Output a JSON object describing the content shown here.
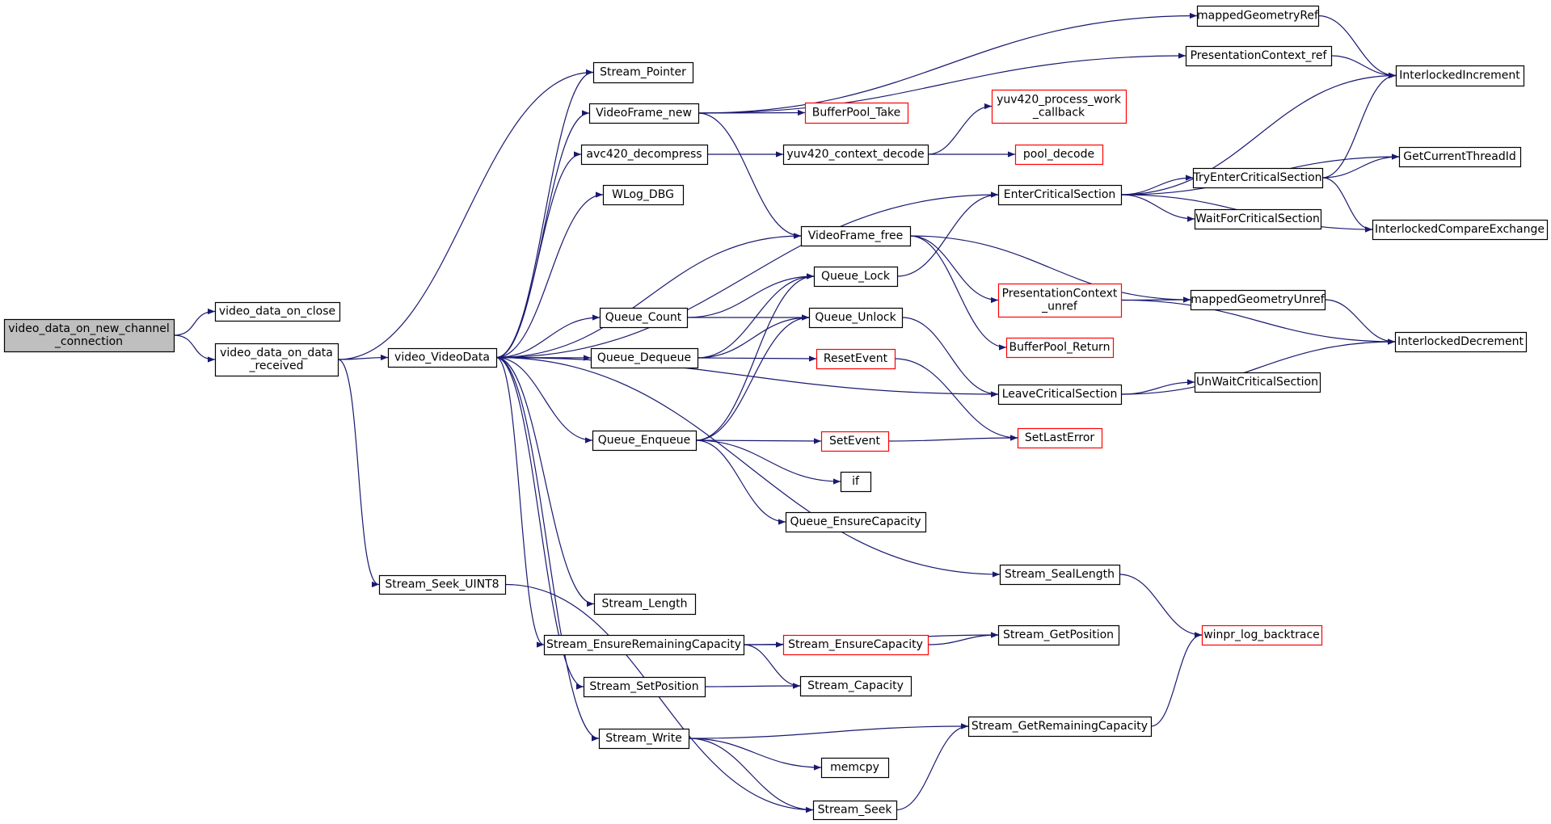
{
  "colors": {
    "edge": "#191970",
    "node_border": "#000000",
    "node_border_incomplete": "#ff0000",
    "node_fill": "#ffffff",
    "root_fill": "#bfbfbf"
  },
  "graph": {
    "nodes": [
      {
        "id": "root",
        "lines": [
          "video_data_on_new_channel",
          "_connection"
        ],
        "root": true
      },
      {
        "id": "on_close",
        "lines": [
          "video_data_on_close"
        ]
      },
      {
        "id": "on_data_received",
        "lines": [
          "video_data_on_data",
          "_received"
        ]
      },
      {
        "id": "video_VideoData",
        "lines": [
          "video_VideoData"
        ]
      },
      {
        "id": "Stream_Seek_UINT8",
        "lines": [
          "Stream_Seek_UINT8"
        ]
      },
      {
        "id": "Stream_Pointer",
        "lines": [
          "Stream_Pointer"
        ]
      },
      {
        "id": "VideoFrame_new",
        "lines": [
          "VideoFrame_new"
        ]
      },
      {
        "id": "avc420_decompress",
        "lines": [
          "avc420_decompress"
        ]
      },
      {
        "id": "WLog_DBG",
        "lines": [
          "WLog_DBG"
        ]
      },
      {
        "id": "Queue_Count",
        "lines": [
          "Queue_Count"
        ]
      },
      {
        "id": "Queue_Dequeue",
        "lines": [
          "Queue_Dequeue"
        ]
      },
      {
        "id": "Queue_Enqueue",
        "lines": [
          "Queue_Enqueue"
        ]
      },
      {
        "id": "Stream_Length",
        "lines": [
          "Stream_Length"
        ]
      },
      {
        "id": "Stream_EnsureRemainingCapacity",
        "lines": [
          "Stream_EnsureRemainingCapacity"
        ]
      },
      {
        "id": "Stream_SetPosition",
        "lines": [
          "Stream_SetPosition"
        ]
      },
      {
        "id": "Stream_Write",
        "lines": [
          "Stream_Write"
        ]
      },
      {
        "id": "BufferPool_Take",
        "lines": [
          "BufferPool_Take"
        ],
        "incomplete": true
      },
      {
        "id": "yuv420_context_decode",
        "lines": [
          "yuv420_context_decode"
        ]
      },
      {
        "id": "VideoFrame_free",
        "lines": [
          "VideoFrame_free"
        ]
      },
      {
        "id": "Queue_Lock",
        "lines": [
          "Queue_Lock"
        ]
      },
      {
        "id": "Queue_Unlock",
        "lines": [
          "Queue_Unlock"
        ]
      },
      {
        "id": "ResetEvent",
        "lines": [
          "ResetEvent"
        ],
        "incomplete": true
      },
      {
        "id": "SetEvent",
        "lines": [
          "SetEvent"
        ],
        "incomplete": true
      },
      {
        "id": "if",
        "lines": [
          "if"
        ]
      },
      {
        "id": "Queue_EnsureCapacity",
        "lines": [
          "Queue_EnsureCapacity"
        ]
      },
      {
        "id": "Stream_EnsureCapacity",
        "lines": [
          "Stream_EnsureCapacity"
        ],
        "incomplete": true
      },
      {
        "id": "Stream_Capacity",
        "lines": [
          "Stream_Capacity"
        ]
      },
      {
        "id": "memcpy",
        "lines": [
          "memcpy"
        ]
      },
      {
        "id": "Stream_Seek",
        "lines": [
          "Stream_Seek"
        ]
      },
      {
        "id": "yuv420_process_work_callback",
        "lines": [
          "yuv420_process_work",
          "_callback"
        ],
        "incomplete": true
      },
      {
        "id": "pool_decode",
        "lines": [
          "pool_decode"
        ],
        "incomplete": true
      },
      {
        "id": "EnterCriticalSection",
        "lines": [
          "EnterCriticalSection"
        ]
      },
      {
        "id": "PresentationContext_unref",
        "lines": [
          "PresentationContext",
          "_unref"
        ],
        "incomplete": true
      },
      {
        "id": "BufferPool_Return",
        "lines": [
          "BufferPool_Return"
        ],
        "incomplete": true
      },
      {
        "id": "LeaveCriticalSection",
        "lines": [
          "LeaveCriticalSection"
        ]
      },
      {
        "id": "SetLastError",
        "lines": [
          "SetLastError"
        ],
        "incomplete": true
      },
      {
        "id": "Stream_SealLength",
        "lines": [
          "Stream_SealLength"
        ]
      },
      {
        "id": "Stream_GetPosition",
        "lines": [
          "Stream_GetPosition"
        ]
      },
      {
        "id": "Stream_GetRemainingCapacity",
        "lines": [
          "Stream_GetRemainingCapacity"
        ]
      },
      {
        "id": "mappedGeometryRef",
        "lines": [
          "mappedGeometryRef"
        ]
      },
      {
        "id": "PresentationContext_ref",
        "lines": [
          "PresentationContext_ref"
        ]
      },
      {
        "id": "TryEnterCriticalSection",
        "lines": [
          "TryEnterCriticalSection"
        ]
      },
      {
        "id": "WaitForCriticalSection",
        "lines": [
          "WaitForCriticalSection"
        ]
      },
      {
        "id": "mappedGeometryUnref",
        "lines": [
          "mappedGeometryUnref"
        ]
      },
      {
        "id": "UnWaitCriticalSection",
        "lines": [
          "UnWaitCriticalSection"
        ]
      },
      {
        "id": "winpr_log_backtrace",
        "lines": [
          "winpr_log_backtrace"
        ],
        "incomplete": true
      },
      {
        "id": "InterlockedIncrement",
        "lines": [
          "InterlockedIncrement"
        ]
      },
      {
        "id": "GetCurrentThreadId",
        "lines": [
          "GetCurrentThreadId"
        ]
      },
      {
        "id": "InterlockedCompareExchange",
        "lines": [
          "InterlockedCompareExchange"
        ]
      },
      {
        "id": "InterlockedDecrement",
        "lines": [
          "InterlockedDecrement"
        ]
      }
    ],
    "edges": [
      {
        "from": "root",
        "to": "on_close"
      },
      {
        "from": "root",
        "to": "on_data_received"
      },
      {
        "from": "on_data_received",
        "to": "video_VideoData"
      },
      {
        "from": "on_data_received",
        "to": "Stream_Pointer"
      },
      {
        "from": "on_data_received",
        "to": "Stream_Seek_UINT8"
      },
      {
        "from": "Stream_Seek_UINT8",
        "to": "Stream_Seek"
      },
      {
        "from": "video_VideoData",
        "to": "Stream_Pointer"
      },
      {
        "from": "video_VideoData",
        "to": "VideoFrame_new"
      },
      {
        "from": "video_VideoData",
        "to": "avc420_decompress"
      },
      {
        "from": "video_VideoData",
        "to": "WLog_DBG"
      },
      {
        "from": "video_VideoData",
        "to": "EnterCriticalSection"
      },
      {
        "from": "video_VideoData",
        "to": "VideoFrame_free"
      },
      {
        "from": "video_VideoData",
        "to": "Queue_Count"
      },
      {
        "from": "video_VideoData",
        "to": "Queue_Dequeue"
      },
      {
        "from": "video_VideoData",
        "to": "LeaveCriticalSection"
      },
      {
        "from": "video_VideoData",
        "to": "Queue_Enqueue"
      },
      {
        "from": "video_VideoData",
        "to": "Stream_SealLength"
      },
      {
        "from": "video_VideoData",
        "to": "Stream_Length"
      },
      {
        "from": "video_VideoData",
        "to": "Stream_EnsureRemainingCapacity"
      },
      {
        "from": "video_VideoData",
        "to": "Stream_SetPosition"
      },
      {
        "from": "video_VideoData",
        "to": "Stream_Write"
      },
      {
        "from": "VideoFrame_new",
        "to": "mappedGeometryRef"
      },
      {
        "from": "VideoFrame_new",
        "to": "PresentationContext_ref"
      },
      {
        "from": "VideoFrame_new",
        "to": "BufferPool_Take"
      },
      {
        "from": "VideoFrame_new",
        "to": "VideoFrame_free"
      },
      {
        "from": "avc420_decompress",
        "to": "yuv420_context_decode"
      },
      {
        "from": "yuv420_context_decode",
        "to": "yuv420_process_work_callback"
      },
      {
        "from": "yuv420_context_decode",
        "to": "pool_decode"
      },
      {
        "from": "VideoFrame_free",
        "to": "mappedGeometryUnref"
      },
      {
        "from": "VideoFrame_free",
        "to": "PresentationContext_unref"
      },
      {
        "from": "VideoFrame_free",
        "to": "BufferPool_Return"
      },
      {
        "from": "Queue_Count",
        "to": "Queue_Lock"
      },
      {
        "from": "Queue_Count",
        "to": "Queue_Unlock"
      },
      {
        "from": "Queue_Dequeue",
        "to": "Queue_Lock"
      },
      {
        "from": "Queue_Dequeue",
        "to": "Queue_Unlock"
      },
      {
        "from": "Queue_Dequeue",
        "to": "ResetEvent"
      },
      {
        "from": "Queue_Enqueue",
        "to": "Queue_Lock"
      },
      {
        "from": "Queue_Enqueue",
        "to": "Queue_Unlock"
      },
      {
        "from": "Queue_Enqueue",
        "to": "SetEvent"
      },
      {
        "from": "Queue_Enqueue",
        "to": "if"
      },
      {
        "from": "Queue_Enqueue",
        "to": "Queue_EnsureCapacity"
      },
      {
        "from": "Queue_Lock",
        "to": "EnterCriticalSection"
      },
      {
        "from": "Queue_Unlock",
        "to": "LeaveCriticalSection"
      },
      {
        "from": "ResetEvent",
        "to": "SetLastError"
      },
      {
        "from": "SetEvent",
        "to": "SetLastError"
      },
      {
        "from": "Stream_EnsureRemainingCapacity",
        "to": "Stream_EnsureCapacity"
      },
      {
        "from": "Stream_EnsureRemainingCapacity",
        "to": "Stream_GetPosition"
      },
      {
        "from": "Stream_EnsureRemainingCapacity",
        "to": "Stream_Capacity"
      },
      {
        "from": "Stream_EnsureCapacity",
        "to": "Stream_GetPosition"
      },
      {
        "from": "Stream_SetPosition",
        "to": "Stream_Capacity"
      },
      {
        "from": "Stream_Write",
        "to": "Stream_GetRemainingCapacity"
      },
      {
        "from": "Stream_Write",
        "to": "memcpy"
      },
      {
        "from": "Stream_Write",
        "to": "Stream_Seek"
      },
      {
        "from": "Stream_Seek",
        "to": "Stream_GetRemainingCapacity"
      },
      {
        "from": "Stream_GetRemainingCapacity",
        "to": "winpr_log_backtrace"
      },
      {
        "from": "Stream_SealLength",
        "to": "winpr_log_backtrace"
      },
      {
        "from": "EnterCriticalSection",
        "to": "InterlockedIncrement"
      },
      {
        "from": "EnterCriticalSection",
        "to": "GetCurrentThreadId"
      },
      {
        "from": "EnterCriticalSection",
        "to": "TryEnterCriticalSection"
      },
      {
        "from": "EnterCriticalSection",
        "to": "WaitForCriticalSection"
      },
      {
        "from": "EnterCriticalSection",
        "to": "InterlockedCompareExchange"
      },
      {
        "from": "TryEnterCriticalSection",
        "to": "GetCurrentThreadId"
      },
      {
        "from": "TryEnterCriticalSection",
        "to": "InterlockedIncrement"
      },
      {
        "from": "TryEnterCriticalSection",
        "to": "InterlockedCompareExchange"
      },
      {
        "from": "mappedGeometryRef",
        "to": "InterlockedIncrement"
      },
      {
        "from": "PresentationContext_ref",
        "to": "InterlockedIncrement"
      },
      {
        "from": "PresentationContext_unref",
        "to": "mappedGeometryUnref"
      },
      {
        "from": "PresentationContext_unref",
        "to": "InterlockedDecrement"
      },
      {
        "from": "mappedGeometryUnref",
        "to": "InterlockedDecrement"
      },
      {
        "from": "LeaveCriticalSection",
        "to": "UnWaitCriticalSection"
      },
      {
        "from": "LeaveCriticalSection",
        "to": "InterlockedDecrement"
      }
    ]
  }
}
